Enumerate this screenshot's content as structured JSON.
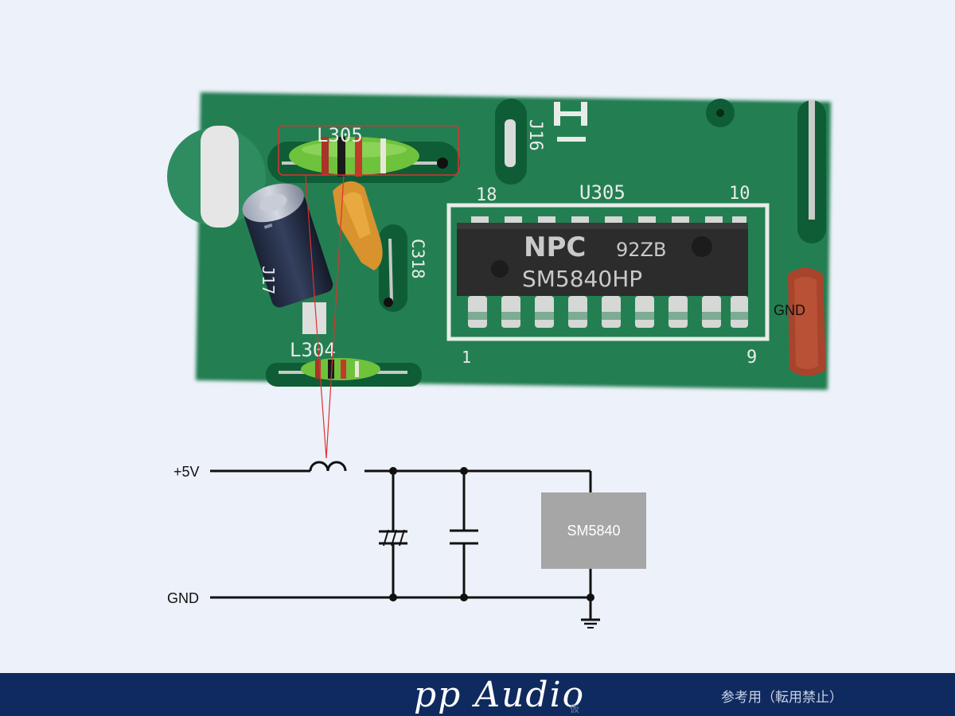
{
  "photo": {
    "pcb_labels": {
      "l305": "L305",
      "j16": "J16",
      "u305": "U305",
      "pin18": "18",
      "pin10": "10",
      "pin1": "1",
      "pin9": "9",
      "c318": "C318",
      "j17": "J17",
      "l304": "L304"
    },
    "chip": {
      "brand": "NPC",
      "code": "92ZB",
      "part": "SM5840HP"
    },
    "gnd_label": "GND"
  },
  "schematic": {
    "vcc_label": "+5V",
    "gnd_label": "GND",
    "ic_label": "SM5840"
  },
  "footer": {
    "brand": "pp Audio",
    "brand_sub": "仮",
    "note": "参考用（転用禁止）"
  },
  "colors": {
    "background": "#edf1f9",
    "pcb_green": "#1f7a4e",
    "highlight": "#e03030",
    "footer": "#0f2a5e",
    "ic_box": "#a6a6a6"
  }
}
